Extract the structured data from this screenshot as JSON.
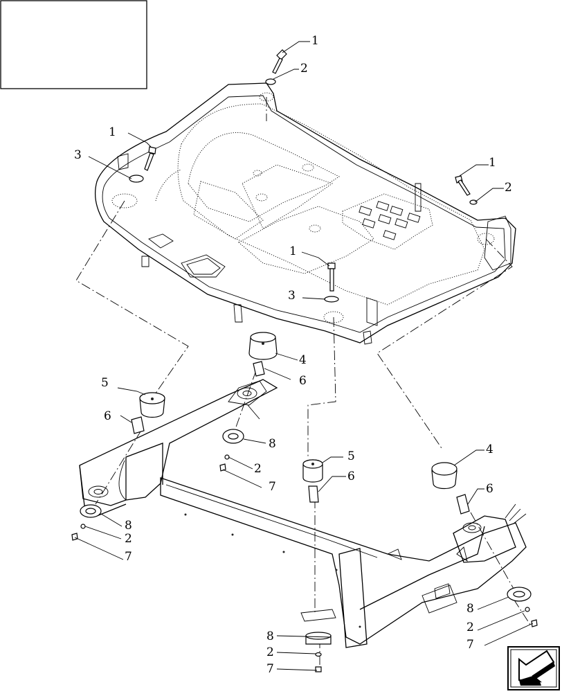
{
  "diagram": {
    "callouts": [
      {
        "id": "c1",
        "label": "1"
      },
      {
        "id": "c2",
        "label": "2"
      },
      {
        "id": "c3",
        "label": "1"
      },
      {
        "id": "c4",
        "label": "3"
      },
      {
        "id": "c5",
        "label": "1"
      },
      {
        "id": "c6",
        "label": "2"
      },
      {
        "id": "c7",
        "label": "1"
      },
      {
        "id": "c8",
        "label": "3"
      },
      {
        "id": "c9",
        "label": "4"
      },
      {
        "id": "c10",
        "label": "6"
      },
      {
        "id": "c11",
        "label": "5"
      },
      {
        "id": "c12",
        "label": "6"
      },
      {
        "id": "c13",
        "label": "8"
      },
      {
        "id": "c14",
        "label": "2"
      },
      {
        "id": "c15",
        "label": "7"
      },
      {
        "id": "c16",
        "label": "5"
      },
      {
        "id": "c17",
        "label": "6"
      },
      {
        "id": "c18",
        "label": "4"
      },
      {
        "id": "c19",
        "label": "6"
      },
      {
        "id": "c20",
        "label": "8"
      },
      {
        "id": "c21",
        "label": "2"
      },
      {
        "id": "c22",
        "label": "7"
      },
      {
        "id": "c23",
        "label": "8"
      },
      {
        "id": "c24",
        "label": "2"
      },
      {
        "id": "c25",
        "label": "7"
      },
      {
        "id": "c26",
        "label": "8"
      },
      {
        "id": "c27",
        "label": "2"
      },
      {
        "id": "c28",
        "label": "7"
      }
    ],
    "nav_icon": "arrow-back-icon"
  }
}
